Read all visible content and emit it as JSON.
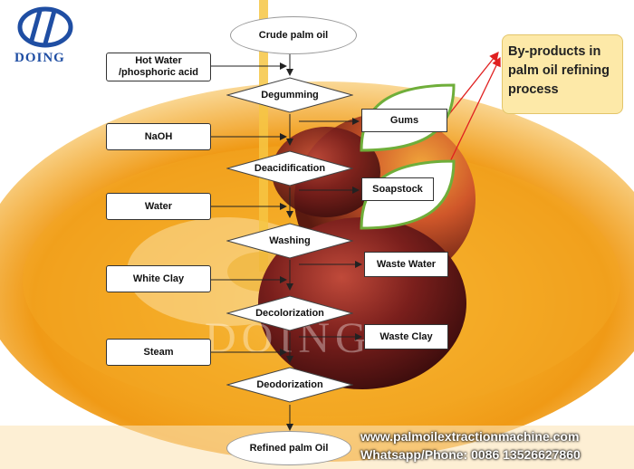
{
  "logo": {
    "text": "DOING"
  },
  "watermark": {
    "text": "DOING"
  },
  "start": {
    "label": "Crude palm oil"
  },
  "end": {
    "label": "Refined palm Oil"
  },
  "inputs": [
    {
      "label": "Hot Water\n/phosphoric acid"
    },
    {
      "label": "NaOH"
    },
    {
      "label": "Water"
    },
    {
      "label": "White Clay"
    },
    {
      "label": "Steam"
    }
  ],
  "steps": [
    {
      "label": "Degumming"
    },
    {
      "label": "Deacidification"
    },
    {
      "label": "Washing"
    },
    {
      "label": "Decolorization"
    },
    {
      "label": "Deodorization"
    }
  ],
  "byproducts": [
    {
      "label": "Gums"
    },
    {
      "label": "Soapstock"
    },
    {
      "label": "Waste Water"
    },
    {
      "label": "Waste Clay"
    }
  ],
  "callout": {
    "text": "By-products in palm oil refining process"
  },
  "footer": {
    "website": "www.palmoilextractionmachine.com",
    "contact": "Whatsapp/Phone: 0086 13526627860"
  },
  "colors": {
    "leaf_green": "#6fae3a",
    "arrow_red": "#e02020",
    "callout_bg": "#fde9a8",
    "oil": "#f4a21a"
  }
}
